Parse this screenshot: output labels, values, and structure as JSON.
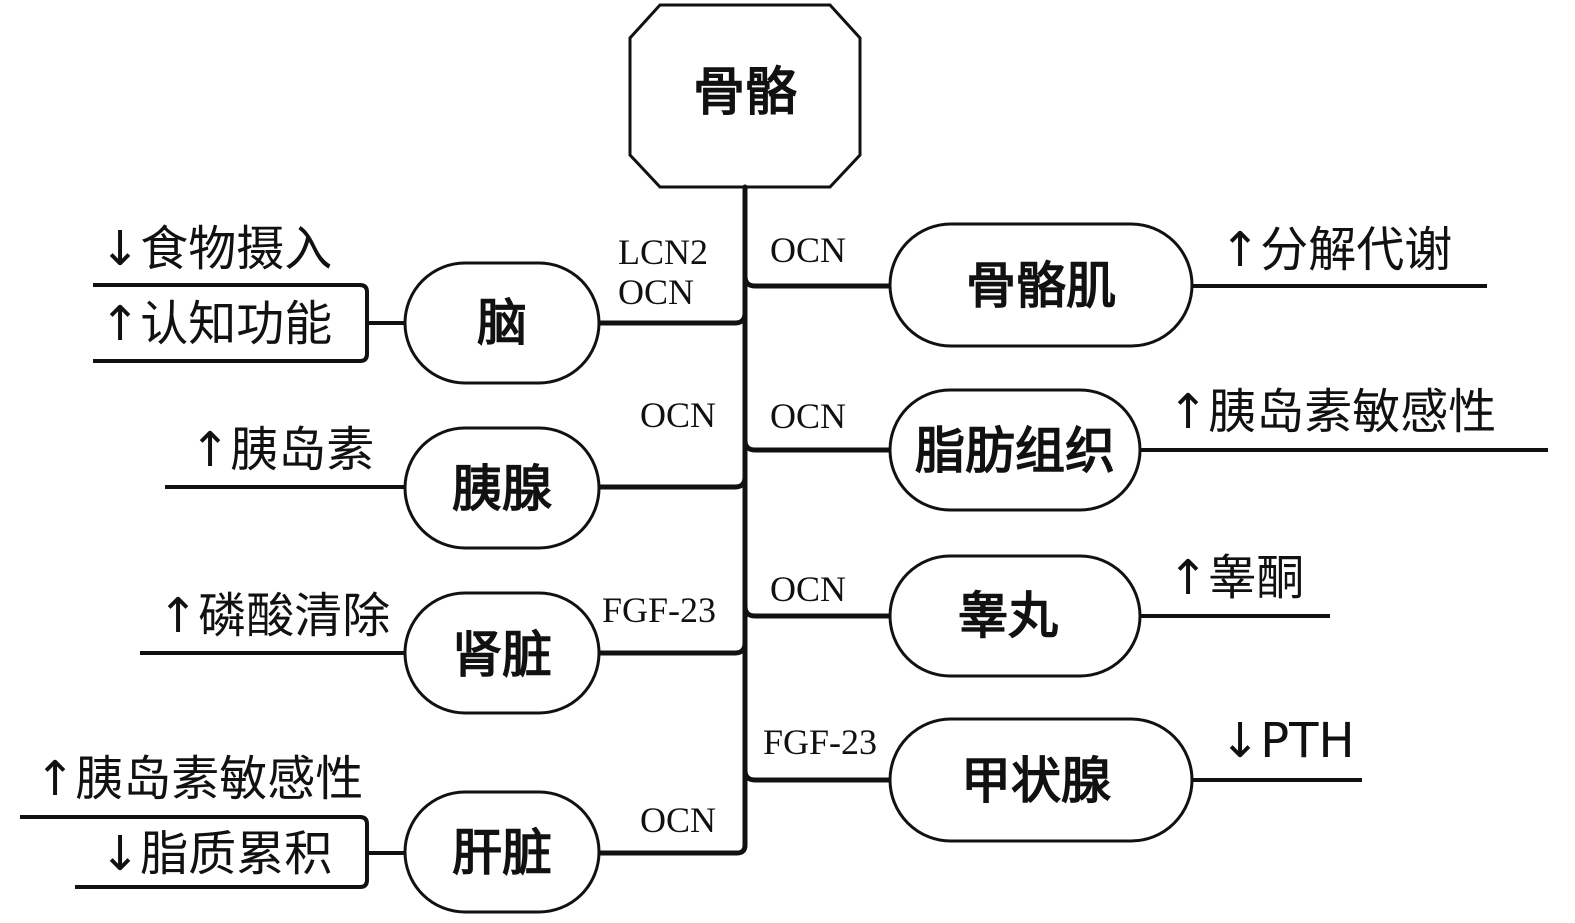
{
  "root": {
    "label": "骨骼"
  },
  "left": [
    {
      "organ": "脑",
      "hormone_lines": [
        "LCN2",
        "OCN"
      ],
      "effects": [
        "↓食物摄入",
        "↑认知功能"
      ]
    },
    {
      "organ": "胰腺",
      "hormone_lines": [
        "OCN"
      ],
      "effects": [
        "↑胰岛素"
      ]
    },
    {
      "organ": "肾脏",
      "hormone_lines": [
        "FGF-23"
      ],
      "effects": [
        "↑磷酸清除"
      ]
    },
    {
      "organ": "肝脏",
      "hormone_lines": [
        "OCN"
      ],
      "effects": [
        "↑胰岛素敏感性",
        "↓脂质累积"
      ]
    }
  ],
  "right": [
    {
      "organ": "骨骼肌",
      "hormone": "OCN",
      "effect": "↑分解代谢"
    },
    {
      "organ": "脂肪组织",
      "hormone": "OCN",
      "effect": "↑胰岛素敏感性"
    },
    {
      "organ": "睾丸",
      "hormone": "OCN",
      "effect": "↑睾酮"
    },
    {
      "organ": "甲状腺",
      "hormone": "FGF-23",
      "effect": "↓PTH"
    }
  ]
}
